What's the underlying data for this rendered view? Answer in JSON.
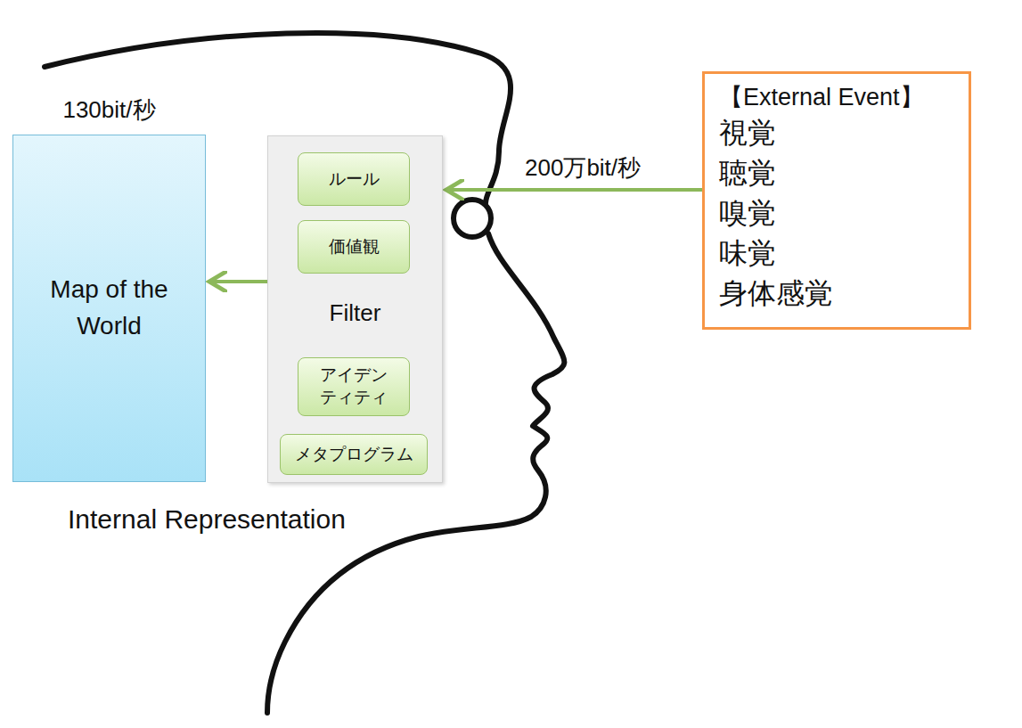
{
  "diagram": {
    "nodes": [
      {
        "text": [
          "130bit/秒",
          "Map of the World"
        ]
      },
      {
        "text": [
          "Filter"
        ]
      },
      {
        "text": [
          "ルール"
        ],
        "in": 1
      },
      {
        "text": [
          "価値観"
        ],
        "in": 1
      },
      {
        "text": [
          "アイデンティティ"
        ],
        "in": 1
      },
      {
        "text": [
          "メタプログラム"
        ],
        "in": 1
      },
      {
        "text": [
          "【External Event】",
          "視覚",
          "聴覚",
          "嗅覚",
          "味覚",
          "身体感覚"
        ]
      }
    ],
    "edges": [
      {
        "from": 6,
        "to": 1,
        "label": "200万bit/秒",
        "arrow": "to"
      },
      {
        "from": 1,
        "to": 0,
        "arrow": "to"
      }
    ],
    "labels": [
      "Internal Representation"
    ]
  }
}
